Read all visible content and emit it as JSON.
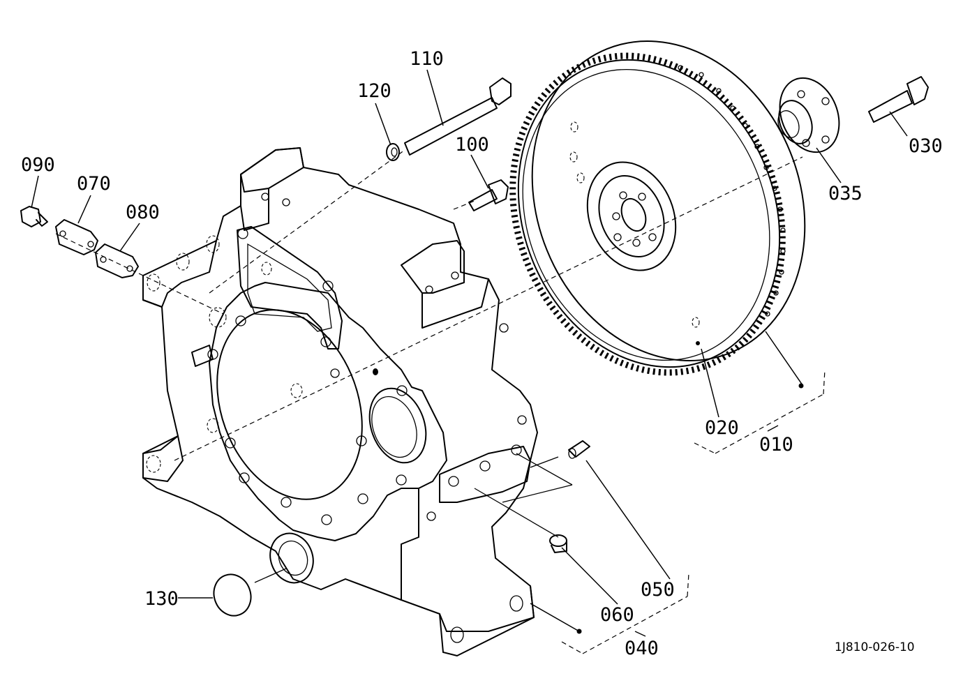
{
  "labels": {
    "p010": "010",
    "p020": "020",
    "p030": "030",
    "p035": "035",
    "p040": "040",
    "p050": "050",
    "p060": "060",
    "p070": "070",
    "p080": "080",
    "p090": "090",
    "p100": "100",
    "p110": "110",
    "p120": "120",
    "p130": "130"
  },
  "diagram_code": "1J810-026-10"
}
